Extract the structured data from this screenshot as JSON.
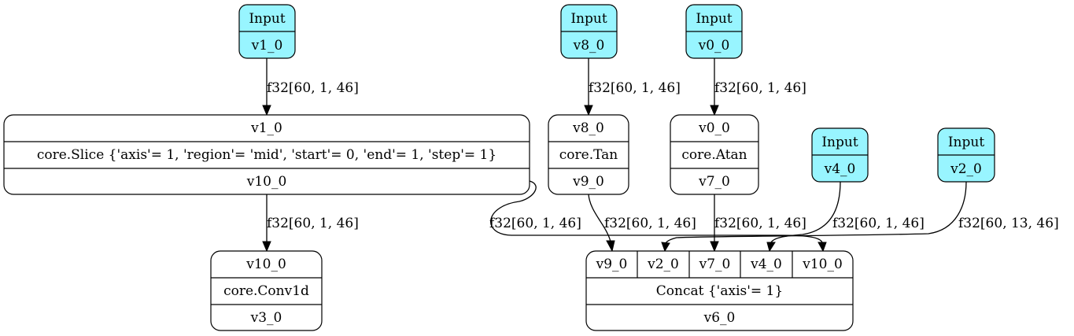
{
  "nodes": {
    "in_v1": {
      "title": "Input",
      "name": "v1_0"
    },
    "in_v8": {
      "title": "Input",
      "name": "v8_0"
    },
    "in_v0": {
      "title": "Input",
      "name": "v0_0"
    },
    "in_v4": {
      "title": "Input",
      "name": "v4_0"
    },
    "in_v2": {
      "title": "Input",
      "name": "v2_0"
    },
    "slice": {
      "input": "v1_0",
      "op": "core.Slice {'axis'= 1, 'region'= 'mid', 'start'= 0, 'end'= 1, 'step'= 1}",
      "output": "v10_0"
    },
    "tan": {
      "input": "v8_0",
      "op": "core.Tan",
      "output": "v9_0"
    },
    "atan": {
      "input": "v0_0",
      "op": "core.Atan",
      "output": "v7_0"
    },
    "conv": {
      "input": "v10_0",
      "op": "core.Conv1d",
      "output": "v3_0"
    },
    "concat": {
      "inputs": [
        "v9_0",
        "v2_0",
        "v7_0",
        "v4_0",
        "v10_0"
      ],
      "op": "Concat {'axis'= 1}",
      "output": "v6_0"
    }
  },
  "edges": {
    "v1_to_slice": "f32[60, 1, 46]",
    "v8_to_tan": "f32[60, 1, 46]",
    "v0_to_atan": "f32[60, 1, 46]",
    "slice_to_conv": "f32[60, 1, 46]",
    "slice_to_concat": "f32[60, 1, 46]",
    "tan_to_concat": "f32[60, 1, 46]",
    "atan_to_concat": "f32[60, 1, 46]",
    "v4_to_concat": "f32[60, 1, 46]",
    "v2_to_concat": "f32[60, 13, 46]"
  }
}
